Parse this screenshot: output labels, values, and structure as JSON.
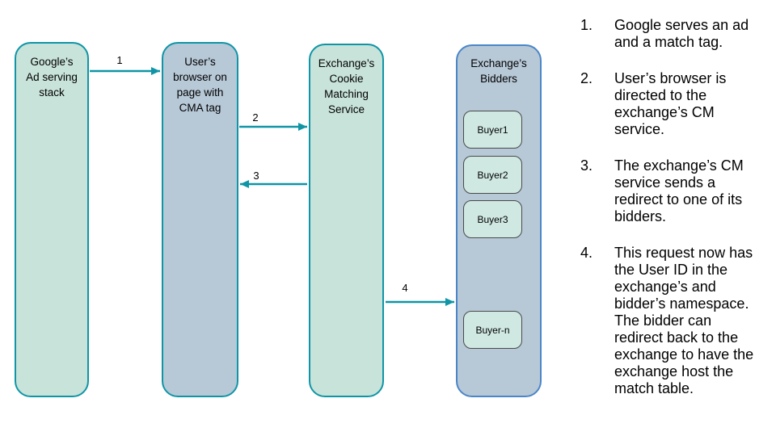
{
  "diagram": {
    "nodes": [
      {
        "name": "google-ad-stack",
        "label": "Google’s\nAd serving\nstack"
      },
      {
        "name": "user-browser",
        "label": "User’s\nbrowser on\npage with\nCMA tag"
      },
      {
        "name": "exchange-cm-service",
        "label": "Exchange’s\nCookie\nMatching\nService"
      },
      {
        "name": "exchange-bidders",
        "label": "Exchange’s\nBidders"
      }
    ],
    "buyers": [
      {
        "label": "Buyer1"
      },
      {
        "label": "Buyer2"
      },
      {
        "label": "Buyer3"
      },
      {
        "label": "Buyer-n"
      }
    ],
    "arrows": [
      {
        "label": "1",
        "from": "google-ad-stack",
        "to": "user-browser"
      },
      {
        "label": "2",
        "from": "user-browser",
        "to": "exchange-cm-service"
      },
      {
        "label": "3",
        "from": "exchange-cm-service",
        "to": "user-browser"
      },
      {
        "label": "4",
        "from": "exchange-cm-service",
        "to": "exchange-bidders"
      }
    ]
  },
  "steps": [
    {
      "num": "1.",
      "text": "Google serves an ad\nand a match tag."
    },
    {
      "num": "2.",
      "text": "User’s browser is\ndirected to the\nexchange’s CM\nservice."
    },
    {
      "num": "3.",
      "text": "The exchange’s CM\nservice sends a\nredirect to one of its\nbidders."
    },
    {
      "num": "4.",
      "text": "This request now has\nthe User ID in the\nexchange’s and\nbidder’s namespace.\nThe bidder can\nredirect back to the\nexchange to have the\nexchange host the\nmatch table."
    }
  ],
  "colors": {
    "accent-teal": "#0f95a6",
    "green-fill": "#c8e3d9",
    "blue-fill": "#b7c8d7",
    "bidders-border": "#4a86c8",
    "buyer-fill": "#cfe8e2",
    "buyer-border": "#4a4a4a",
    "text": "#000000"
  }
}
